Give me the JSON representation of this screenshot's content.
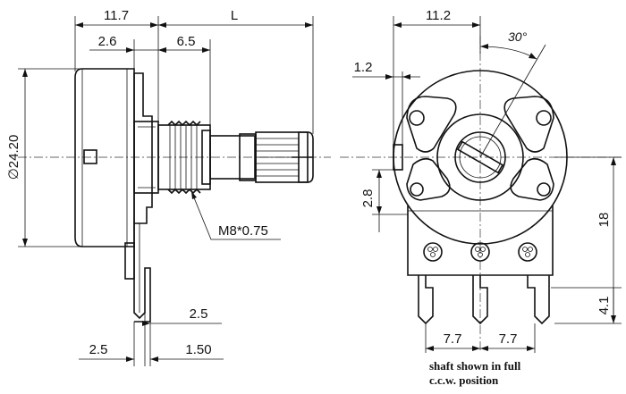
{
  "side_view": {
    "dim_body_width": "11.7",
    "dim_shaft_length": "L",
    "dim_shoulder": "2.6",
    "dim_bushing": "6.5",
    "dim_diameter": "∅24.20",
    "thread_label": "M8*0.75",
    "dim_terminal_gap": "2.5",
    "dim_terminal_offset": "2.5",
    "dim_terminal_thickness": "1.50"
  },
  "front_view": {
    "dim_width": "11.2",
    "dim_key_width": "1.2",
    "dim_rotation_angle": "30°",
    "dim_key_offset": "2.8",
    "dim_height": "18",
    "dim_pin_length": "4.1",
    "dim_pitch_left": "7.7",
    "dim_pitch_right": "7.7",
    "note_line1": "shaft shown in full",
    "note_line2": "c.c.w. position"
  }
}
